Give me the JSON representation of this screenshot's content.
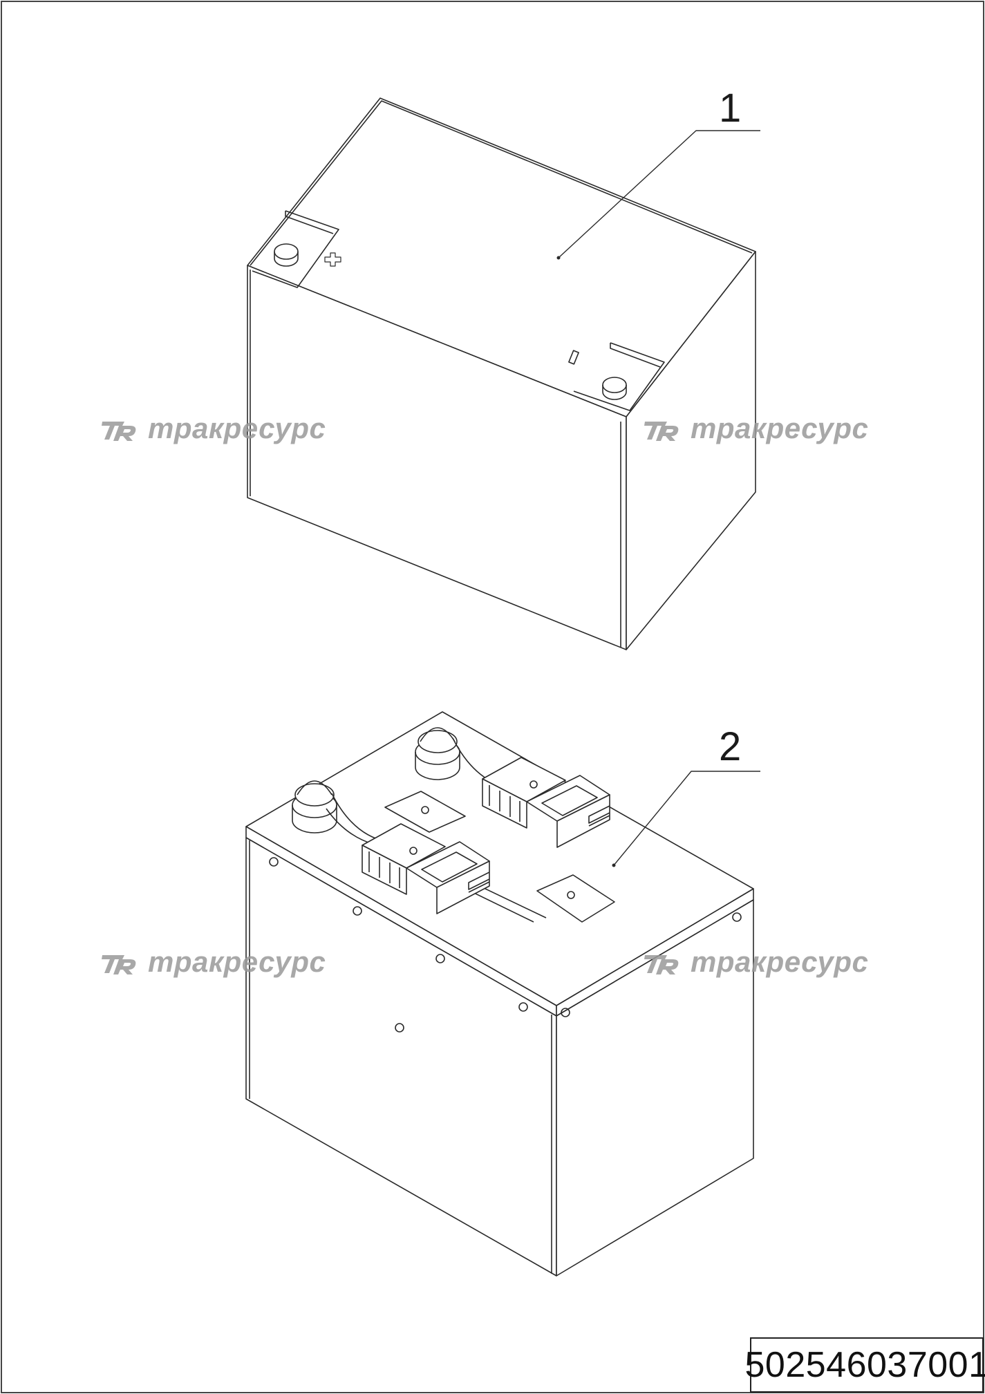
{
  "callouts": {
    "item1": "1",
    "item2": "2"
  },
  "watermark": {
    "text": "тракресурс",
    "logo_icon": "trackresurs-logo-icon"
  },
  "part_number": "502546037001",
  "colors": {
    "line": "#2a2a2a",
    "watermark": "#9a9a9a",
    "background": "#ffffff"
  }
}
